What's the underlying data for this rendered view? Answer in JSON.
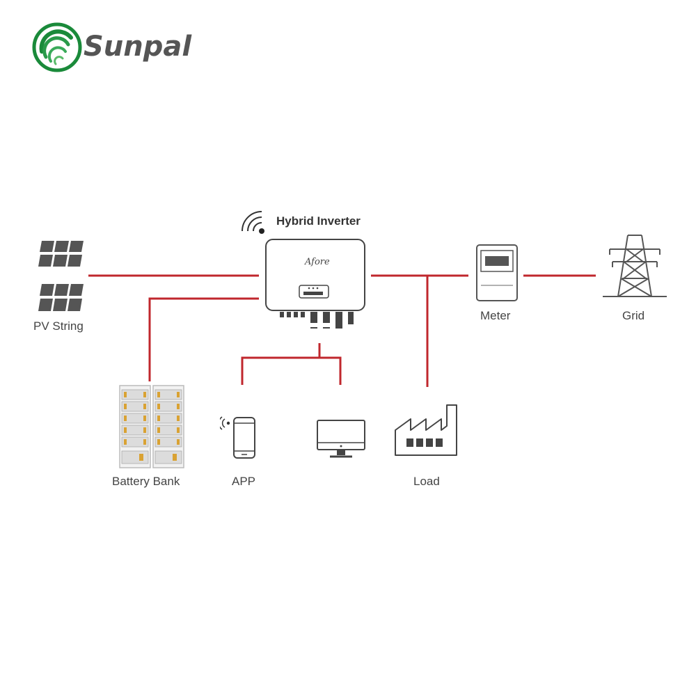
{
  "brand": {
    "name": "Sunpal",
    "accent_green": "#1a8a3a",
    "text_gray": "#555555"
  },
  "line_color": "#c0272d",
  "nodes": {
    "pv": {
      "label": "PV String",
      "icon": "solar-panel-icon"
    },
    "inverter": {
      "label": "Hybrid Inverter",
      "device_logo": "Afore",
      "icon": "hybrid-inverter-icon"
    },
    "meter": {
      "label": "Meter",
      "icon": "meter-icon"
    },
    "grid": {
      "label": "Grid",
      "icon": "transmission-tower-icon"
    },
    "battery": {
      "label": "Battery Bank",
      "icon": "battery-rack-icon"
    },
    "app": {
      "label": "APP",
      "icon": "smartphone-icon"
    },
    "monitor": {
      "label": "",
      "icon": "monitor-icon"
    },
    "load": {
      "label": "Load",
      "icon": "factory-icon"
    }
  }
}
